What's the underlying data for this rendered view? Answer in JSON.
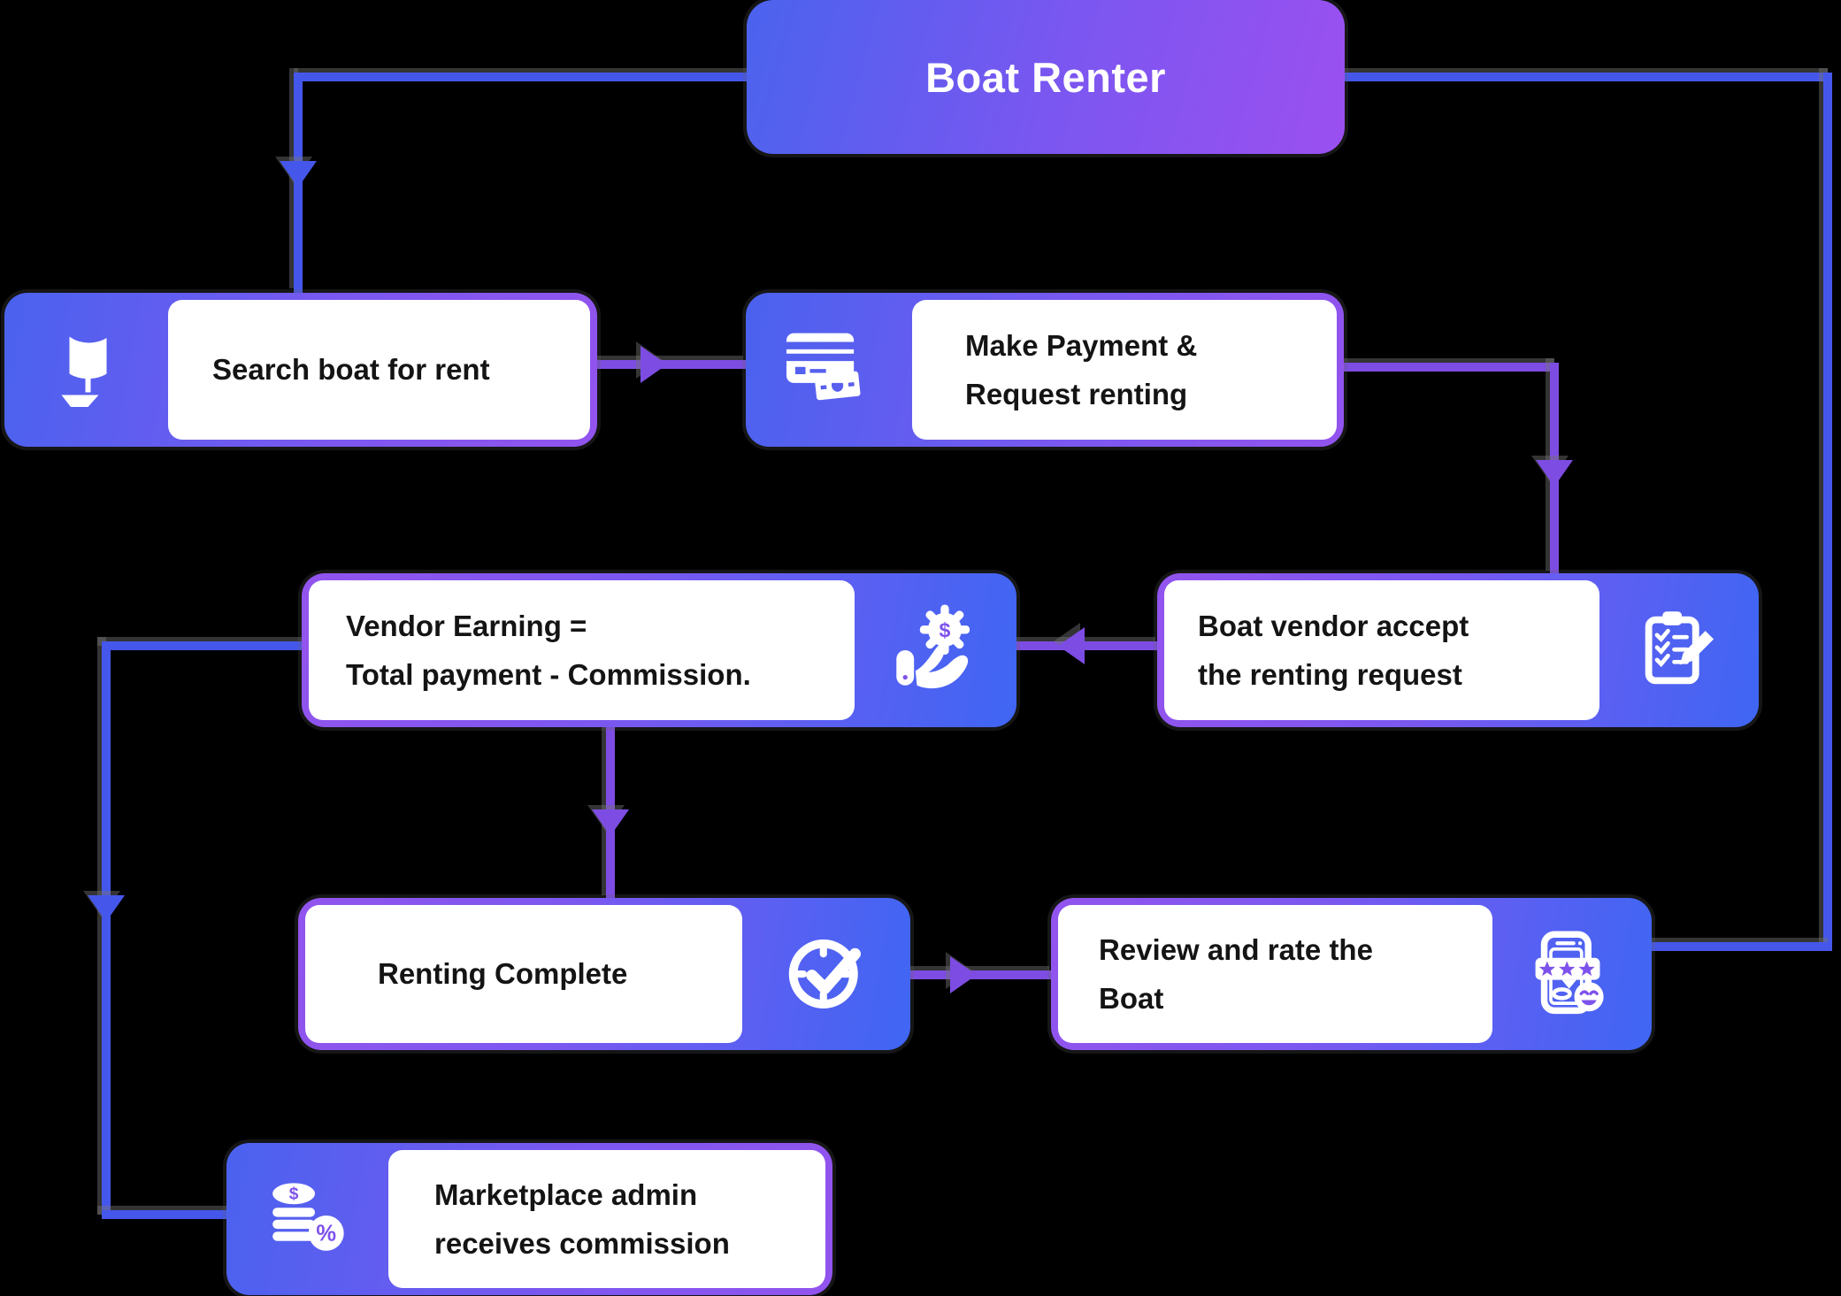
{
  "title": {
    "label": "Boat Renter"
  },
  "nodes": {
    "search": {
      "label": "Search boat for rent",
      "icon": "boat-icon"
    },
    "payment": {
      "label": "Make Payment &\nRequest renting",
      "icon": "payment-icon"
    },
    "vendor_accept": {
      "label": "Boat vendor accept\nthe renting request",
      "icon": "clipboard-checklist-icon"
    },
    "vendor_earning": {
      "label": "Vendor Earning =\nTotal payment - Commission.",
      "icon": "hand-gear-dollar-icon"
    },
    "renting_complete": {
      "label": "Renting Complete",
      "icon": "clock-check-icon"
    },
    "review": {
      "label": "Review and rate the\nBoat",
      "icon": "phone-rating-icon"
    },
    "admin_commission": {
      "label": "Marketplace admin\nreceives commission",
      "icon": "coins-percent-icon"
    }
  },
  "colors": {
    "line_blue": "#4557ea",
    "line_purple": "#7d4ce2",
    "gradient_blue": "#4a62ef",
    "gradient_purple": "#9254ee",
    "text": "#141414",
    "background": "#000000"
  }
}
